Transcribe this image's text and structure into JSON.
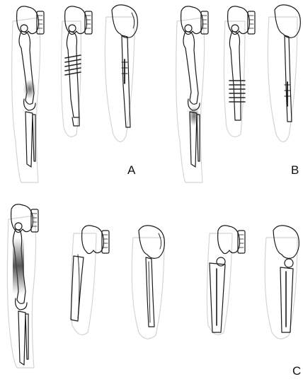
{
  "panels": [
    {
      "label": "A"
    },
    {
      "label": "B"
    },
    {
      "label": "C"
    }
  ],
  "colors": {
    "bone_outline": "#1a1a1a",
    "soft_tissue_outline": "#cfcfcf",
    "lesion_shading": "#555555",
    "fixation_hardware": "#222222"
  }
}
